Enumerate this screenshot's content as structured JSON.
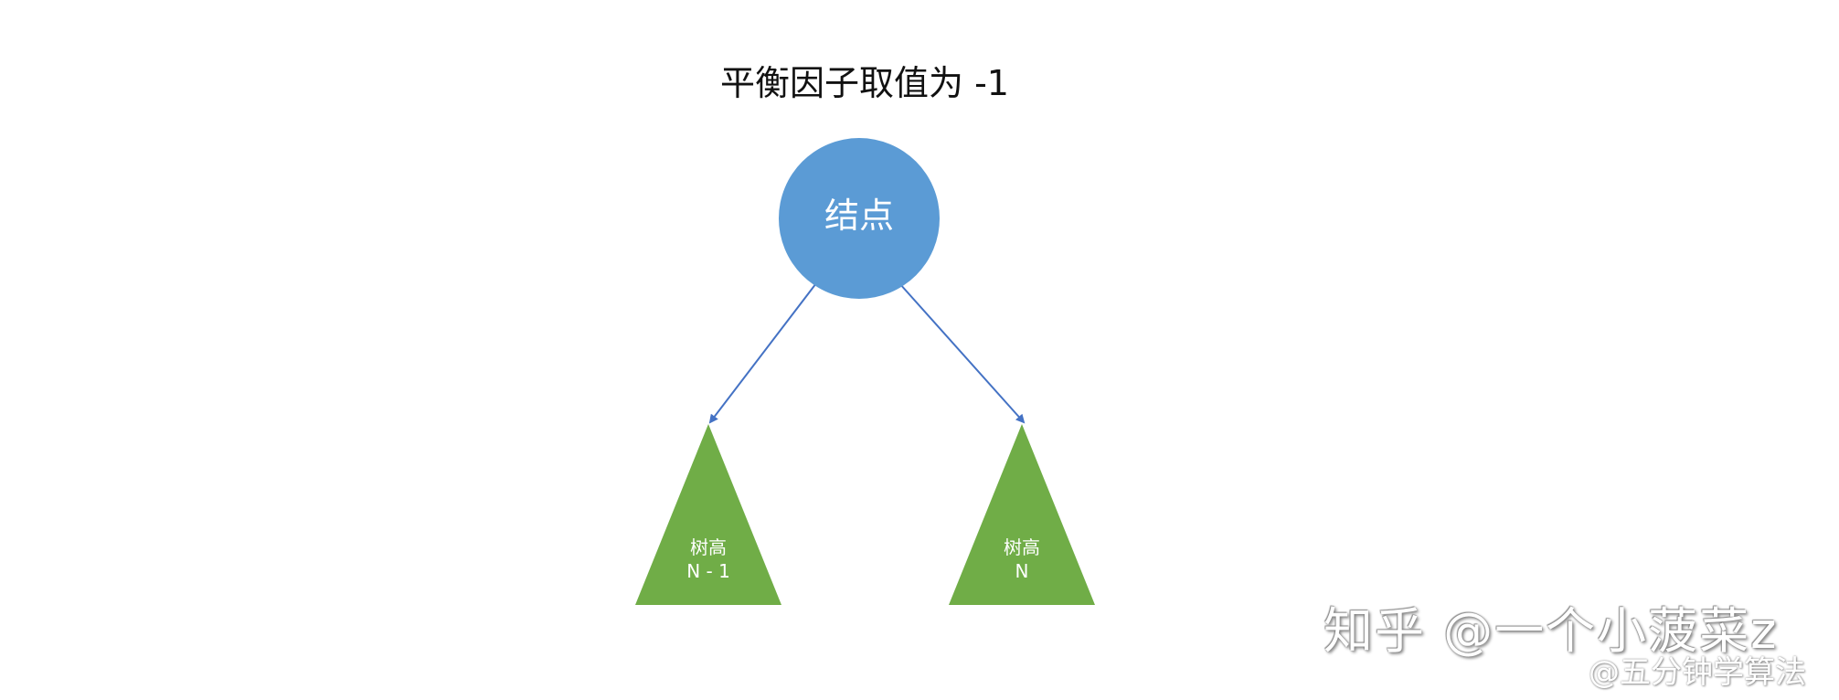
{
  "title": "平衡因子取值为 -1",
  "node": {
    "label": "结点",
    "color": "#5b9bd5"
  },
  "edges": {
    "color": "#4472c4"
  },
  "subtrees": [
    {
      "label": "树高",
      "height": "N - 1",
      "color": "#70ad47"
    },
    {
      "label": "树高",
      "height": "N",
      "color": "#70ad47"
    }
  ],
  "watermark": {
    "main": "知乎 @一个小菠菜z",
    "sub": "@五分钟学算法"
  }
}
